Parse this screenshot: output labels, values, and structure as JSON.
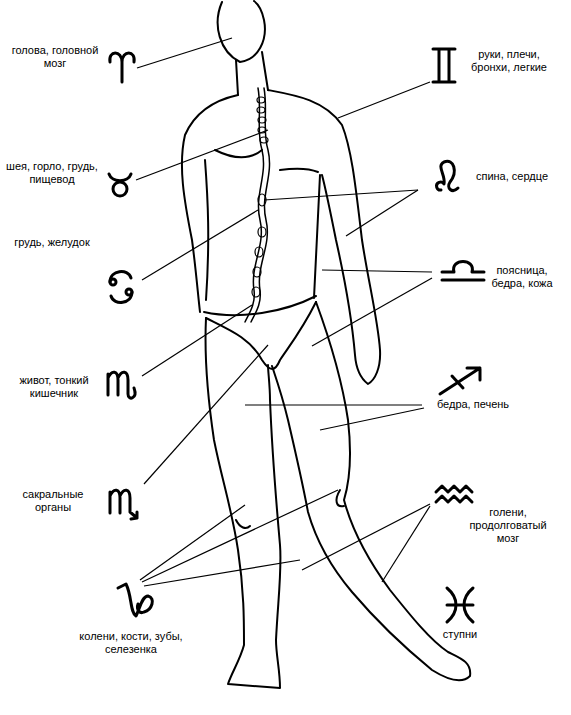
{
  "diagram": {
    "labels": [
      "голова, головной мозг",
      "руки, плечи, бронхи, легкие",
      "шея, горло, грудь, пищевод",
      "спина, сердце",
      "грудь, желудок",
      "поясница, бедра, кожа",
      "живот, тонкий кишечник",
      "бедра, печень",
      "сакральные органы",
      "голени, продолговатый мозг",
      "колени, кости, зубы, селезенка",
      "ступни"
    ]
  }
}
